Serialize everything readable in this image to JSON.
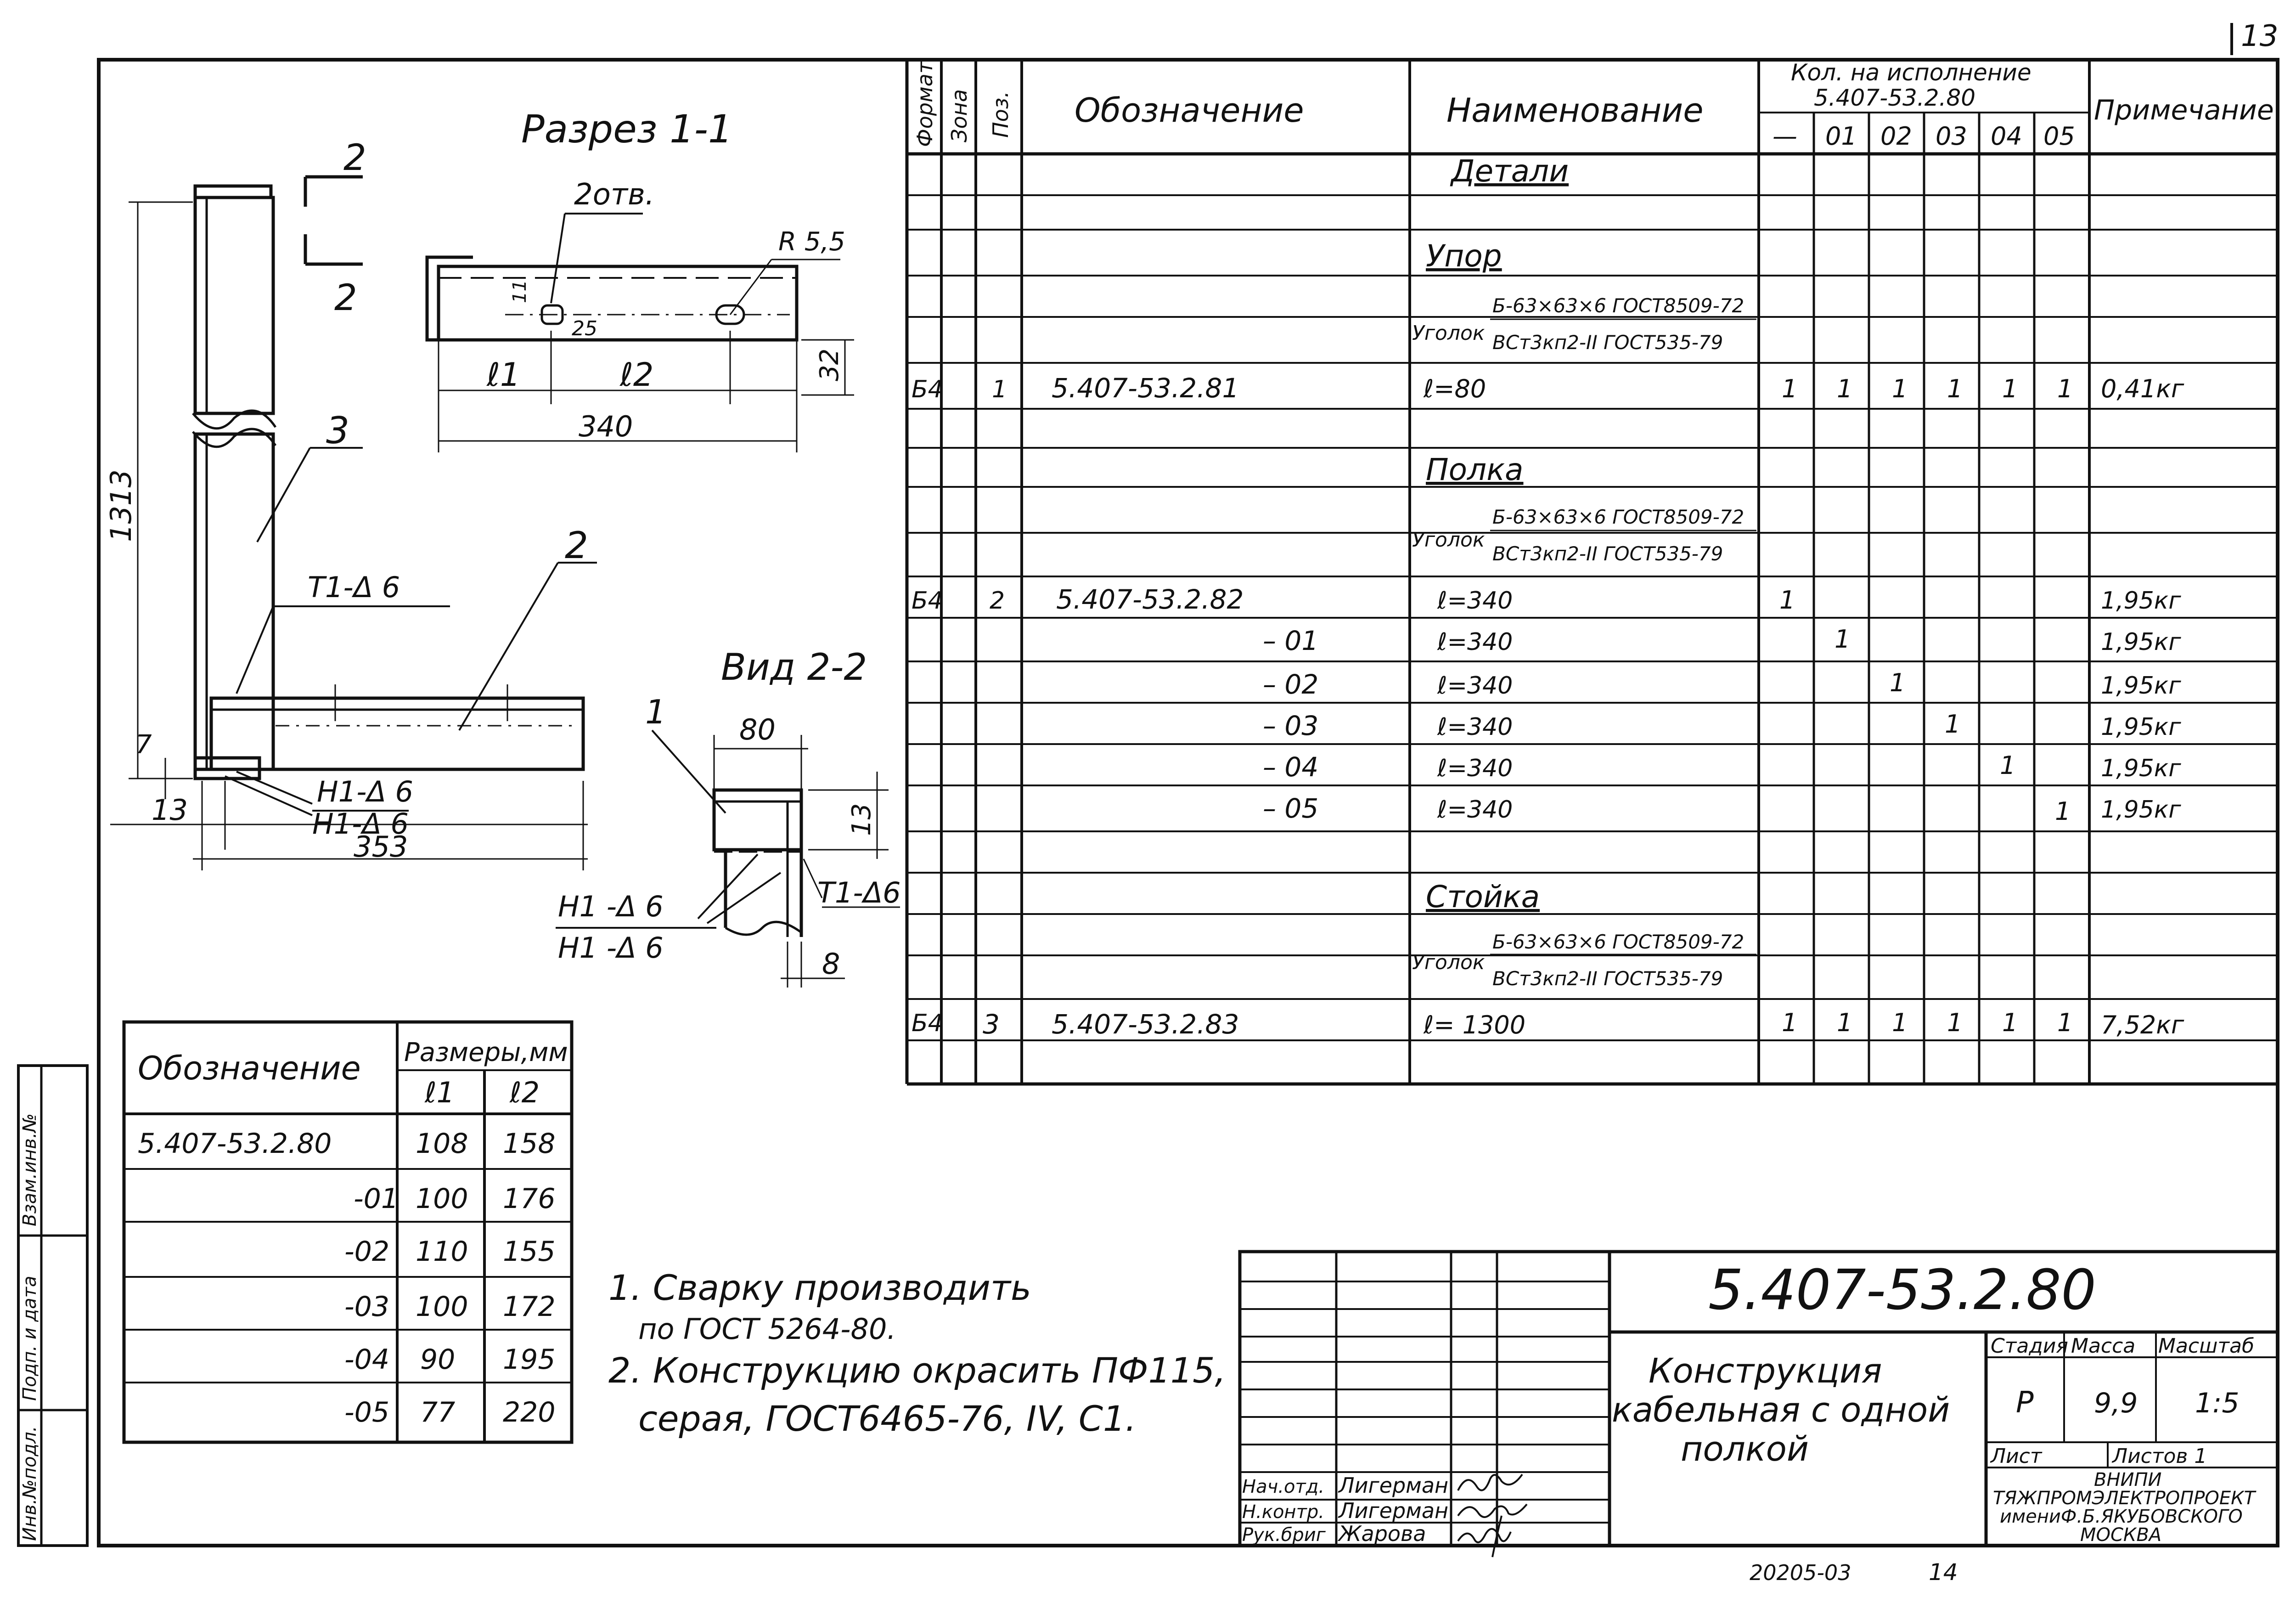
{
  "sheet": {
    "number": "13",
    "bottom_code": "20205-03",
    "bottom_page": "14"
  },
  "drawing": {
    "section_title": "Разрез 1-1",
    "view_title": "Вид 2-2",
    "holes_label": "2отв.",
    "radius_label": "R 5,5",
    "marks": {
      "cut_a": "2",
      "cut_b": "2",
      "pos1": "1",
      "pos2": "2",
      "pos3": "3",
      "dim_11": "11",
      "dim_25": "25",
      "l1": "ℓ1",
      "l2": "ℓ2",
      "dim_32": "32",
      "dim_340": "340",
      "dim_1313": "1313",
      "dim_7": "7",
      "dim_13": "13",
      "dim_353": "353",
      "dim_80": "80",
      "dim_13b": "13",
      "dim_8": "8",
      "weld_t1_left": "T1-Δ 6",
      "weld_h1_a": "H1-Δ 6",
      "weld_h1_b": "H1-Δ 6",
      "weld_h1_c": "H1 -Δ 6",
      "weld_h1_d": "H1 -Δ 6",
      "weld_t1_right": "T1-Δ6"
    }
  },
  "sizes_table": {
    "header_designation": "Обозначение",
    "header_sizes": "Размеры,мм",
    "header_l1": "ℓ1",
    "header_l2": "ℓ2",
    "rows": [
      {
        "designation": "5.407-53.2.80",
        "l1": "108",
        "l2": "158"
      },
      {
        "designation": "-01",
        "l1": "100",
        "l2": "176"
      },
      {
        "designation": "-02",
        "l1": "110",
        "l2": "155"
      },
      {
        "designation": "-03",
        "l1": "100",
        "l2": "172"
      },
      {
        "designation": "-04",
        "l1": "90",
        "l2": "195"
      },
      {
        "designation": "-05",
        "l1": "77",
        "l2": "220"
      }
    ]
  },
  "notes": [
    "1. Сварку производить",
    "по ГОСТ 5264-80.",
    "2. Конструкцию окрасить ПФ115,",
    "серая, ГОСТ6465-76, IV, С1."
  ],
  "spec": {
    "headers": {
      "format": "Формат",
      "zone": "Зона",
      "pos": "Поз.",
      "designation": "Обозначение",
      "name": "Наименование",
      "qty_line1": "Кол. на исполнение",
      "qty_line2": "5.407-53.2.80",
      "note": "Примечание"
    },
    "variants": [
      "—",
      "01",
      "02",
      "03",
      "04",
      "05"
    ],
    "section_details": "Детали",
    "groups": [
      {
        "title": "Упор",
        "material_word": "Уголок",
        "material_top": "Б-63×63×6 ГОСТ8509-72",
        "material_bottom": "ВСт3кп2-II ГОСТ535-79",
        "rows": [
          {
            "format": "Б4",
            "pos": "1",
            "designation": "5.407-53.2.81",
            "name": "ℓ=80",
            "qty": [
              "1",
              "1",
              "1",
              "1",
              "1",
              "1"
            ],
            "note": "0,41кг"
          }
        ]
      },
      {
        "title": "Полка",
        "material_word": "Уголок",
        "material_top": "Б-63×63×6 ГОСТ8509-72",
        "material_bottom": "ВСт3кп2-II ГОСТ535-79",
        "rows": [
          {
            "format": "Б4",
            "pos": "2",
            "designation": "5.407-53.2.82",
            "name": "ℓ=340",
            "qty": [
              "1",
              "",
              "",
              "",
              "",
              ""
            ],
            "note": "1,95кг"
          },
          {
            "format": "",
            "pos": "",
            "designation": "– 01",
            "name": "ℓ=340",
            "qty": [
              "",
              "1",
              "",
              "",
              "",
              ""
            ],
            "note": "1,95кг"
          },
          {
            "format": "",
            "pos": "",
            "designation": "– 02",
            "name": "ℓ=340",
            "qty": [
              "",
              "",
              "1",
              "",
              "",
              ""
            ],
            "note": "1,95кг"
          },
          {
            "format": "",
            "pos": "",
            "designation": "– 03",
            "name": "ℓ=340",
            "qty": [
              "",
              "",
              "",
              "1",
              "",
              ""
            ],
            "note": "1,95кг"
          },
          {
            "format": "",
            "pos": "",
            "designation": "– 04",
            "name": "ℓ=340",
            "qty": [
              "",
              "",
              "",
              "",
              "1",
              ""
            ],
            "note": "1,95кг"
          },
          {
            "format": "",
            "pos": "",
            "designation": "– 05",
            "name": "ℓ=340",
            "qty": [
              "",
              "",
              "",
              "",
              "",
              "1"
            ],
            "note": "1,95кг"
          }
        ]
      },
      {
        "title": "Стойка",
        "material_word": "Уголок",
        "material_top": "Б-63×63×6 ГОСТ8509-72",
        "material_bottom": "ВСт3кп2-II ГОСТ535-79",
        "rows": [
          {
            "format": "Б4",
            "pos": "3",
            "designation": "5.407-53.2.83",
            "name": "ℓ= 1300",
            "qty": [
              "1",
              "1",
              "1",
              "1",
              "1",
              "1"
            ],
            "note": "7,52кг"
          }
        ]
      }
    ]
  },
  "title_block": {
    "code": "5.407-53.2.80",
    "title_line1": "Конструкция",
    "title_line2": "кабельная с одной",
    "title_line3": "полкой",
    "stage_label": "Стадия",
    "mass_label": "Масса",
    "scale_label": "Масштаб",
    "stage": "Р",
    "mass": "9,9",
    "scale": "1:5",
    "sheet_label": "Лист",
    "sheets_label": "Листов 1",
    "org_line1": "ВНИПИ",
    "org_line2": "ТЯЖПРОМЭЛЕКТРОПРОЕКТ",
    "org_line3": "имениФ.Б.ЯКУБОВСКОГО",
    "org_line4": "МОСКВА",
    "signers": [
      {
        "role": "Нач.отд.",
        "name": "Лигерман"
      },
      {
        "role": "Н.контр.",
        "name": "Лигерман"
      },
      {
        "role": "Рук.бриг",
        "name": "Жарова"
      }
    ]
  },
  "side_stamp": {
    "labels": [
      "Инв.№подл.",
      "Подп. и дата",
      "Взам.инв.№"
    ]
  }
}
